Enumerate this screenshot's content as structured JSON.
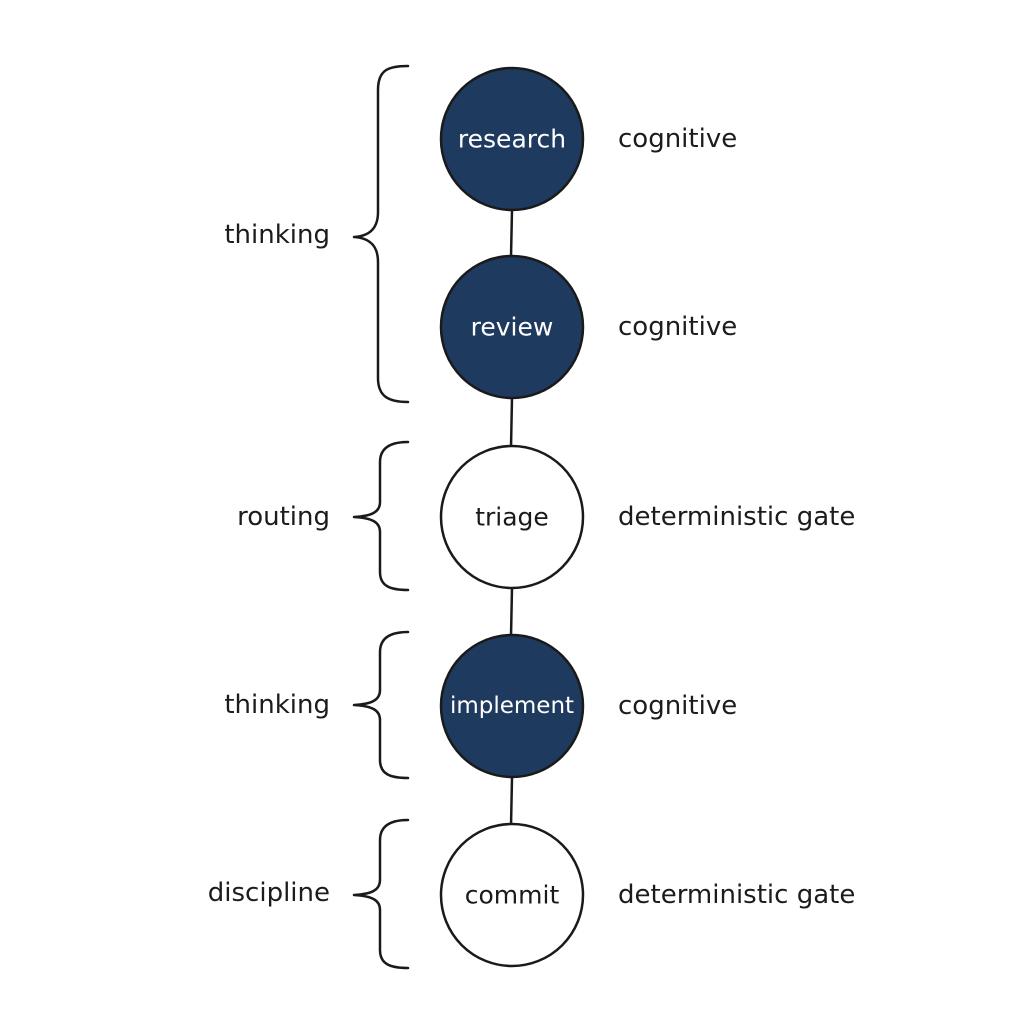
{
  "colors": {
    "filled_node": "#1f3a5f",
    "outline": "#1a1a1a",
    "filled_text": "#ffffff",
    "empty_text": "#1a1a1a"
  },
  "nodes": [
    {
      "label": "research",
      "filled": true,
      "side_label": "cognitive"
    },
    {
      "label": "review",
      "filled": true,
      "side_label": "cognitive"
    },
    {
      "label": "triage",
      "filled": false,
      "side_label": "deterministic gate"
    },
    {
      "label": "implement",
      "filled": true,
      "side_label": "cognitive"
    },
    {
      "label": "commit",
      "filled": false,
      "side_label": "deterministic gate"
    }
  ],
  "groups": [
    {
      "label": "thinking",
      "nodes": [
        "research",
        "review"
      ]
    },
    {
      "label": "routing",
      "nodes": [
        "triage"
      ]
    },
    {
      "label": "thinking",
      "nodes": [
        "implement"
      ]
    },
    {
      "label": "discipline",
      "nodes": [
        "commit"
      ]
    }
  ]
}
